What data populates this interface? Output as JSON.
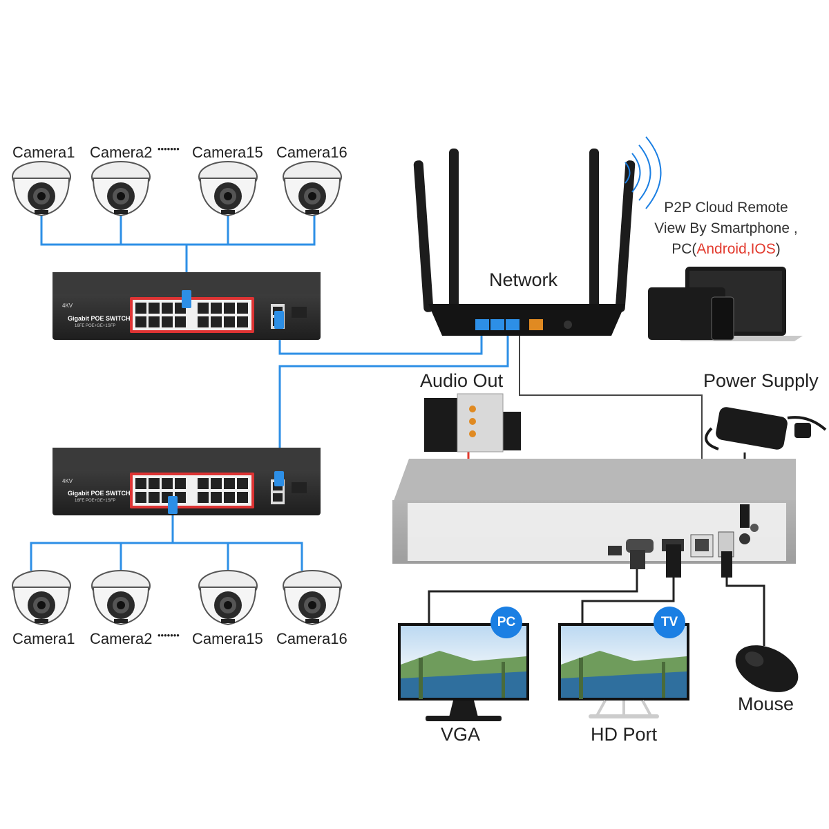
{
  "cameras_top": {
    "labels": [
      "Camera1",
      "Camera2",
      "Camera15",
      "Camera16"
    ],
    "ellipsis": "•••••••"
  },
  "cameras_bottom": {
    "labels": [
      "Camera1",
      "Camera2",
      "Camera15",
      "Camera16"
    ],
    "ellipsis": "•••••••"
  },
  "switch_top": {
    "brand": "4KV",
    "title": "Gigabit POE SWITCH",
    "subtitle": "16FE POE+GE+1SFP"
  },
  "switch_bottom": {
    "brand": "4KV",
    "title": "Gigabit POE SWITCH",
    "subtitle": "16FE POE+GE+1SFP"
  },
  "router": {
    "label": "Network"
  },
  "remote": {
    "line1": "P2P Cloud Remote",
    "line2": "View By Smartphone ,",
    "line3_prefix": "PC(",
    "line3_highlight": "Android,IOS",
    "line3_suffix": ")"
  },
  "audio": {
    "label": "Audio Out"
  },
  "power": {
    "label": "Power Supply"
  },
  "outputs": {
    "vga_label": "VGA",
    "vga_badge": "PC",
    "hd_label": "HD Port",
    "hd_badge": "TV",
    "mouse_label": "Mouse"
  },
  "colors": {
    "cable_blue": "#2d8fe6",
    "cable_red": "#e23a2e",
    "cable_black": "#222222",
    "nvr_gray": "#a9a9a9",
    "badge_blue": "#1b7fe3"
  }
}
